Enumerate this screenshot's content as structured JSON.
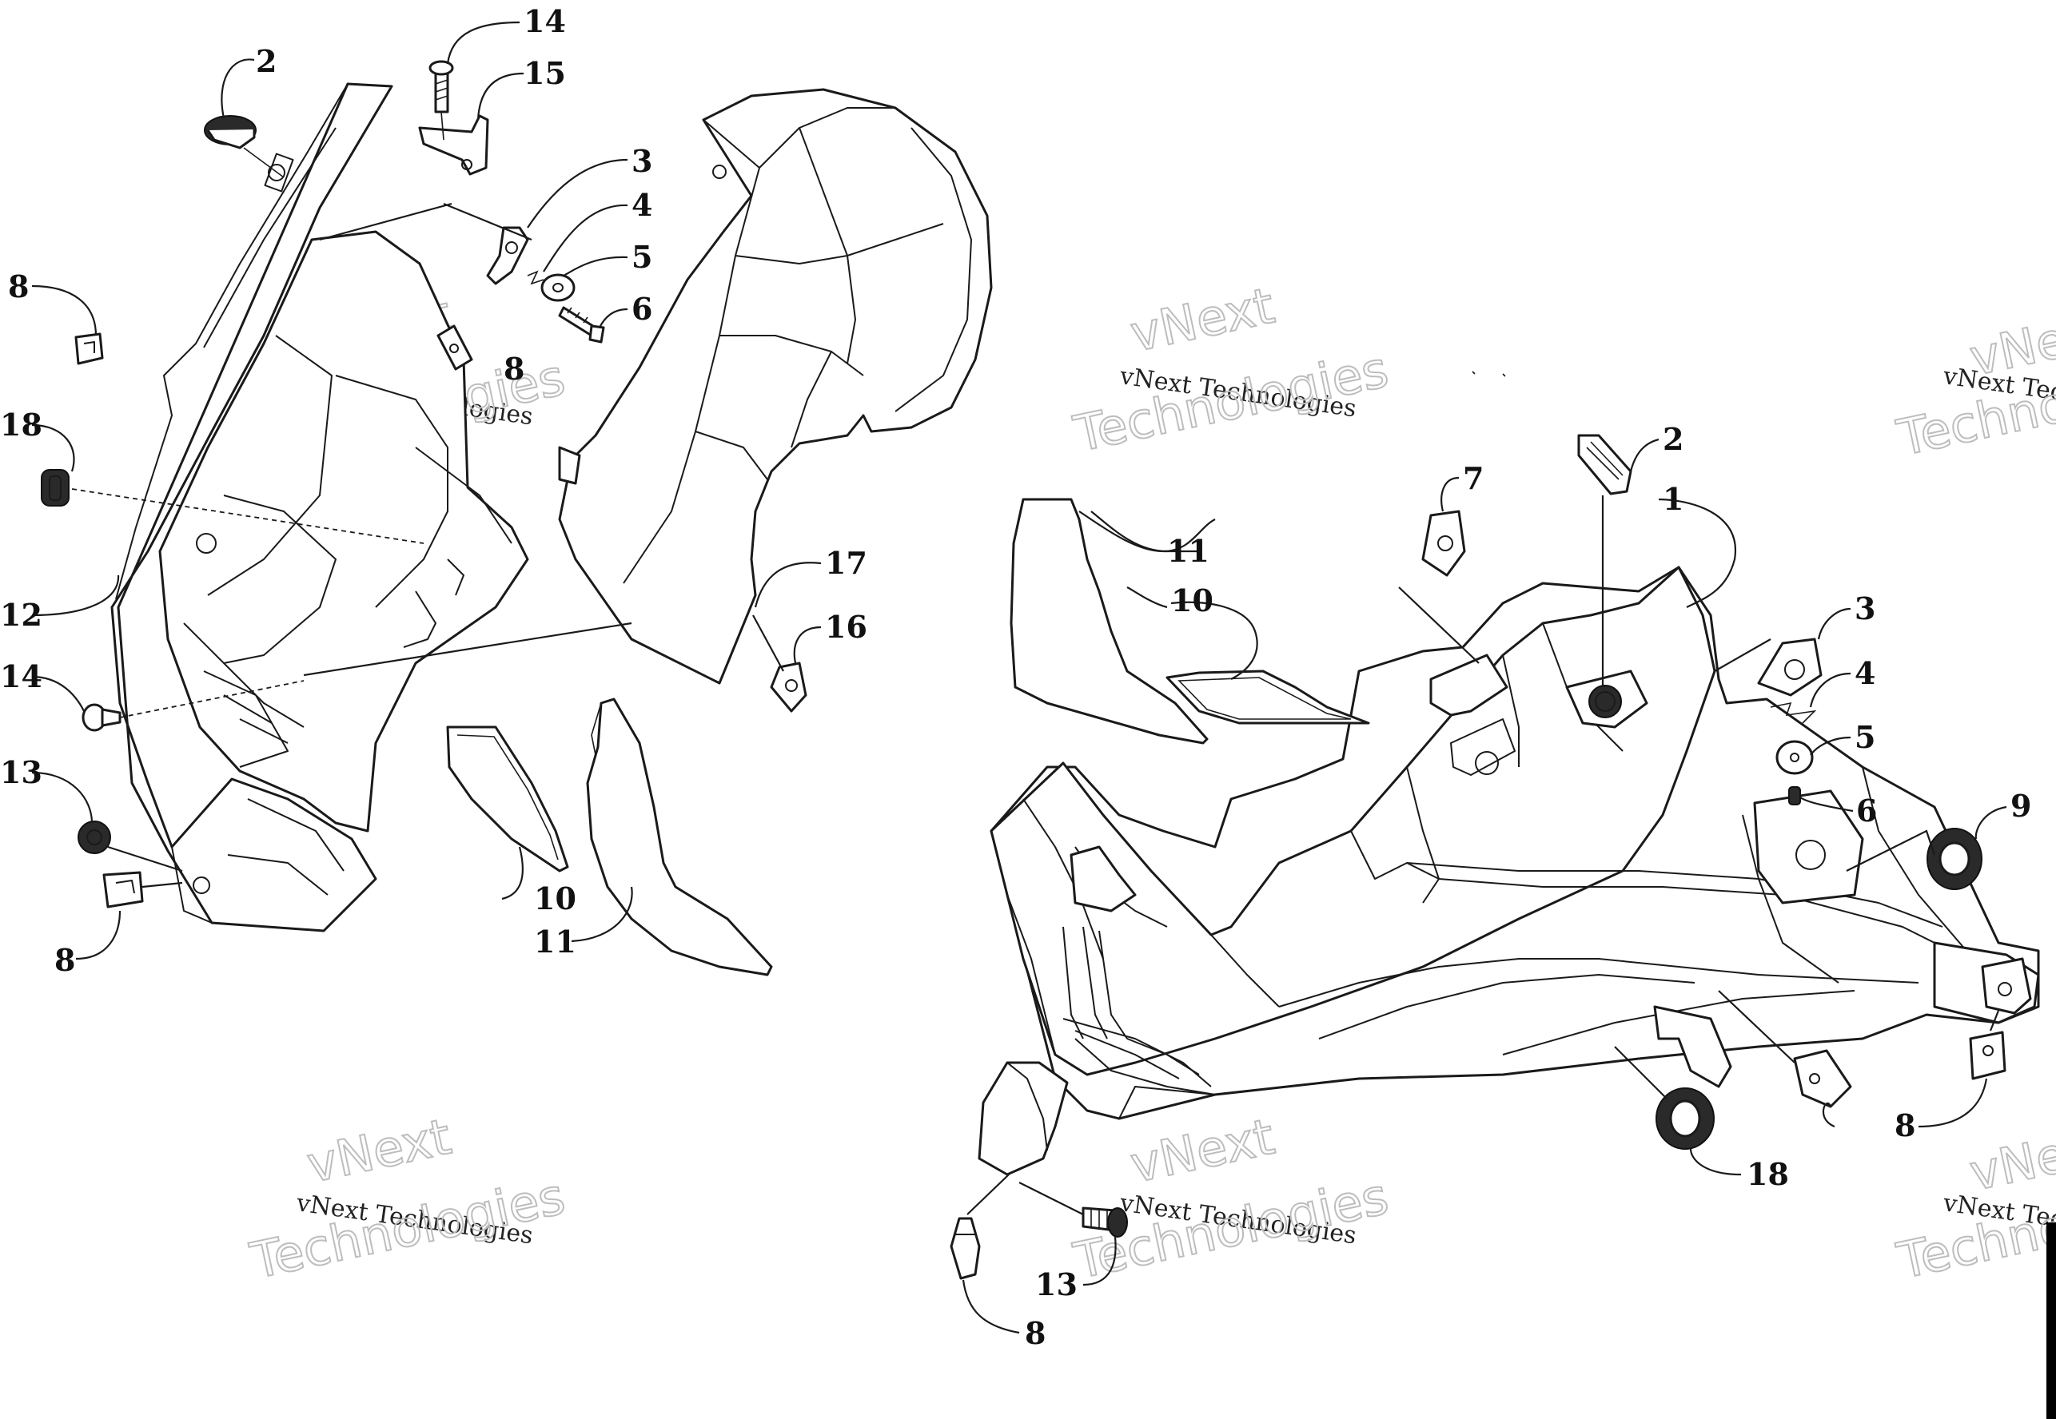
{
  "callouts": {
    "c1": "14",
    "c2": "15",
    "c3": "2",
    "c4": "3",
    "c5": "4",
    "c6": "5",
    "c7": "6",
    "c8": "8",
    "c9": "8",
    "c10": "18",
    "c11": "12",
    "c12": "14",
    "c13": "13",
    "c14": "8",
    "c15": "17",
    "c16": "16",
    "c17": "10",
    "c18": "11",
    "r1": "7",
    "r2": "11",
    "r3": "10",
    "r4": "2",
    "r5": "1",
    "r6": "3",
    "r7": "4",
    "r8": "5",
    "r9": "6",
    "r10": "9",
    "r11": "8",
    "r12": "18",
    "r13": "13",
    "r14": "8"
  },
  "watermark": {
    "brand": "vNext",
    "company": "vNext Technologies",
    "suffix": "Technologies",
    "partial_brand": "vNe",
    "partial_company": "vNext Tec",
    "partial_suffix": "Techno"
  }
}
